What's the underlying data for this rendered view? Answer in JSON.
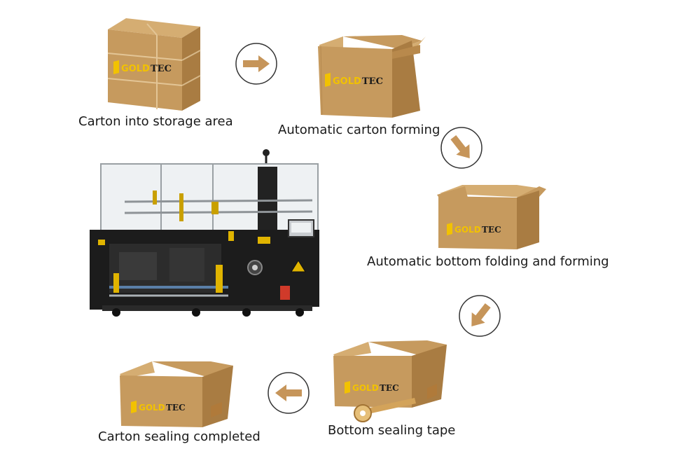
{
  "brand": {
    "part1": "GOLD",
    "part2": "TEC"
  },
  "steps": [
    {
      "caption": "Carton into storage area"
    },
    {
      "caption": "Automatic carton forming"
    },
    {
      "caption": "Automatic bottom folding and forming"
    },
    {
      "caption": "Bottom sealing tape"
    },
    {
      "caption": "Carton sealing completed"
    }
  ],
  "colors": {
    "cardboard": "#c69a5e",
    "cardboard_dark": "#a97c42",
    "cardboard_light": "#d5ad72",
    "brand_gold": "#f2c200",
    "arrow": "#c6955a",
    "machine": "#1c1c1c",
    "machine_accent": "#e0b400"
  },
  "arrows": [
    {
      "direction": "right"
    },
    {
      "direction": "down-right"
    },
    {
      "direction": "down-left"
    },
    {
      "direction": "left"
    }
  ]
}
